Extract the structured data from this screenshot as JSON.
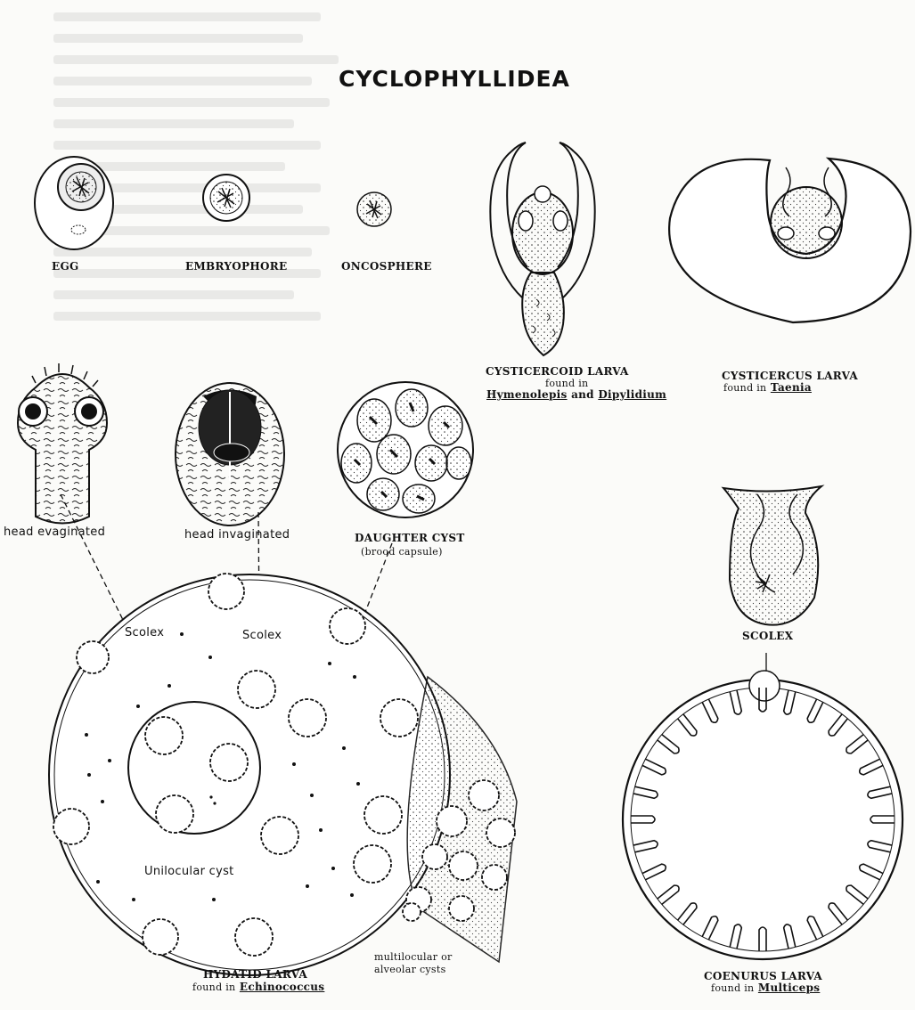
{
  "title": "CYCLOPHYLLIDEA",
  "labels": {
    "egg": "EGG",
    "embryophore": "EMBRYOPHORE",
    "oncosphere": "ONCOSPHERE",
    "cysticercoid": "CYSTICERCOID LARVA",
    "cysticercoid_found": "found in",
    "cysticercoid_host1": "Hymenolepis",
    "cysticercoid_and": "and",
    "cysticercoid_host2": "Dipylidium",
    "cysticercus": "CYSTICERCUS LARVA",
    "cysticercus_found": "found in",
    "cysticercus_host": "Taenia",
    "head_evaginated": "head evaginated",
    "head_invaginated": "head invaginated",
    "daughter_cyst": "DAUGHTER CYST",
    "brood_capsule": "(brood capsule)",
    "scolex_left": "Scolex",
    "scolex_mid": "Scolex",
    "unilocular": "Unilocular cyst",
    "hydatid": "HYDATID LARVA",
    "hydatid_found": "found in",
    "hydatid_host": "Echinococcus",
    "multilocular_1": "multilocular or",
    "multilocular_2": "alveolar cysts",
    "scolex_right": "SCOLEX",
    "coenurus": "COENURUS LARVA",
    "coenurus_found": "found in",
    "coenurus_host": "Multiceps"
  }
}
